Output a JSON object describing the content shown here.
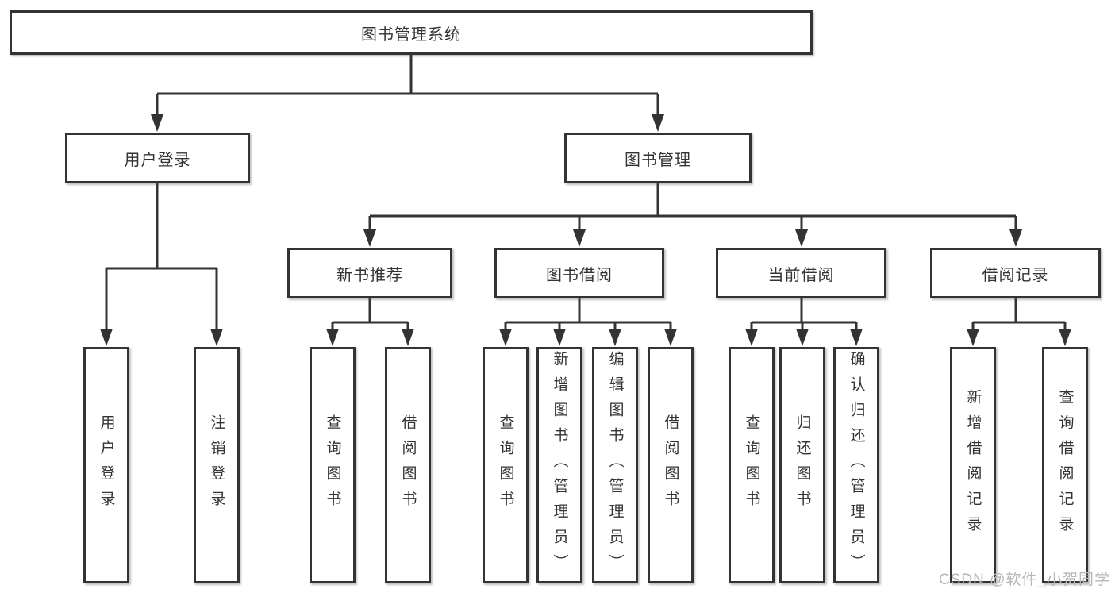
{
  "tree": {
    "label": "图书管理系统",
    "children": [
      {
        "label": "用户登录",
        "children": [
          {
            "label": "用户登录"
          },
          {
            "label": "注销登录"
          }
        ]
      },
      {
        "label": "图书管理",
        "children": [
          {
            "label": "新书推荐",
            "children": [
              {
                "label": "查询图书"
              },
              {
                "label": "借阅图书"
              }
            ]
          },
          {
            "label": "图书借阅",
            "children": [
              {
                "label": "查询图书"
              },
              {
                "label": "新增图书（管理员）"
              },
              {
                "label": "编辑图书（管理员）"
              },
              {
                "label": "借阅图书"
              }
            ]
          },
          {
            "label": "当前借阅",
            "children": [
              {
                "label": "查询图书"
              },
              {
                "label": "归还图书"
              },
              {
                "label": "确认归还（管理员）"
              }
            ]
          },
          {
            "label": "借阅记录",
            "children": [
              {
                "label": "新增借阅记录"
              },
              {
                "label": "查询借阅记录"
              }
            ]
          }
        ]
      }
    ]
  },
  "watermark": "CSDN @软件_小贺同学",
  "colors": {
    "line": "#333333",
    "text": "#333333",
    "watermark": "#b7b7b7",
    "background": "#ffffff"
  }
}
